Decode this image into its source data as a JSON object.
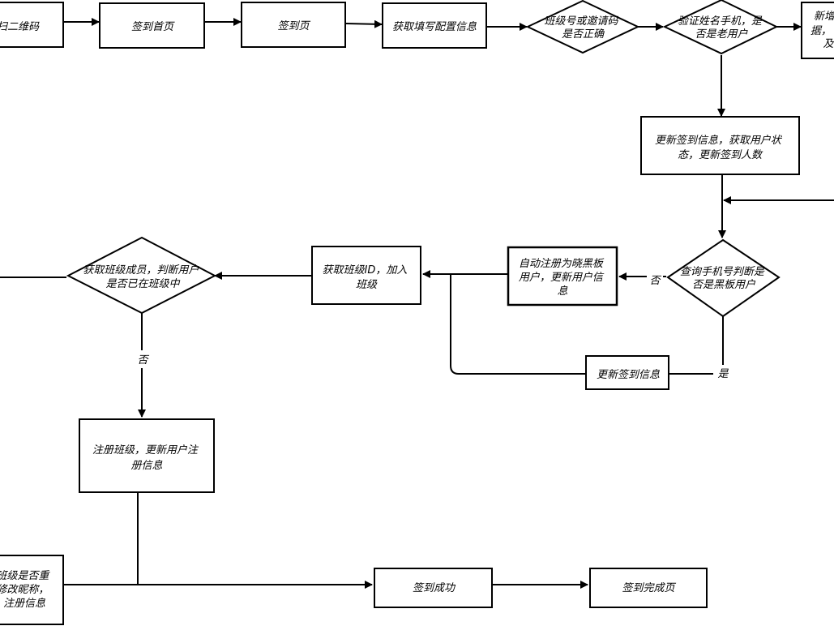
{
  "nodes": {
    "scan_qr": [
      "扫二维码"
    ],
    "checkin_home": [
      "签到首页"
    ],
    "checkin_page": [
      "签到页"
    ],
    "get_config": [
      "获取填写配置信息"
    ],
    "class_code_check": [
      "班级号或邀请码",
      "是否正确"
    ],
    "verify_user": [
      "验证姓名手机，是",
      "否是老用户"
    ],
    "add_data": [
      "新增",
      "据，",
      "及"
    ],
    "update_checkin_status": [
      "更新签到信息，获取用户状",
      "态，更新签到人数"
    ],
    "blackboard_check": [
      "查询手机号判断是",
      "否是黑板用户"
    ],
    "auto_register": [
      "自动注册为晓黑板",
      "用户，更新用户信",
      "息"
    ],
    "get_class_id": [
      "获取班级ID，加入",
      "班级"
    ],
    "member_check": [
      "获取班级成员，判断用户",
      "是否已在班级中"
    ],
    "update_checkin": [
      "更新签到信息"
    ],
    "register_class": [
      "注册班级，更新用户注",
      "册信息"
    ],
    "nickname_check": [
      "班级是否重",
      "修改昵称，",
      "注册信息"
    ],
    "checkin_success": [
      "签到成功"
    ],
    "checkin_done": [
      "签到完成页"
    ]
  },
  "edge_labels": {
    "no_auto_register": "否",
    "yes_update": "是",
    "no_register_class": "否"
  }
}
